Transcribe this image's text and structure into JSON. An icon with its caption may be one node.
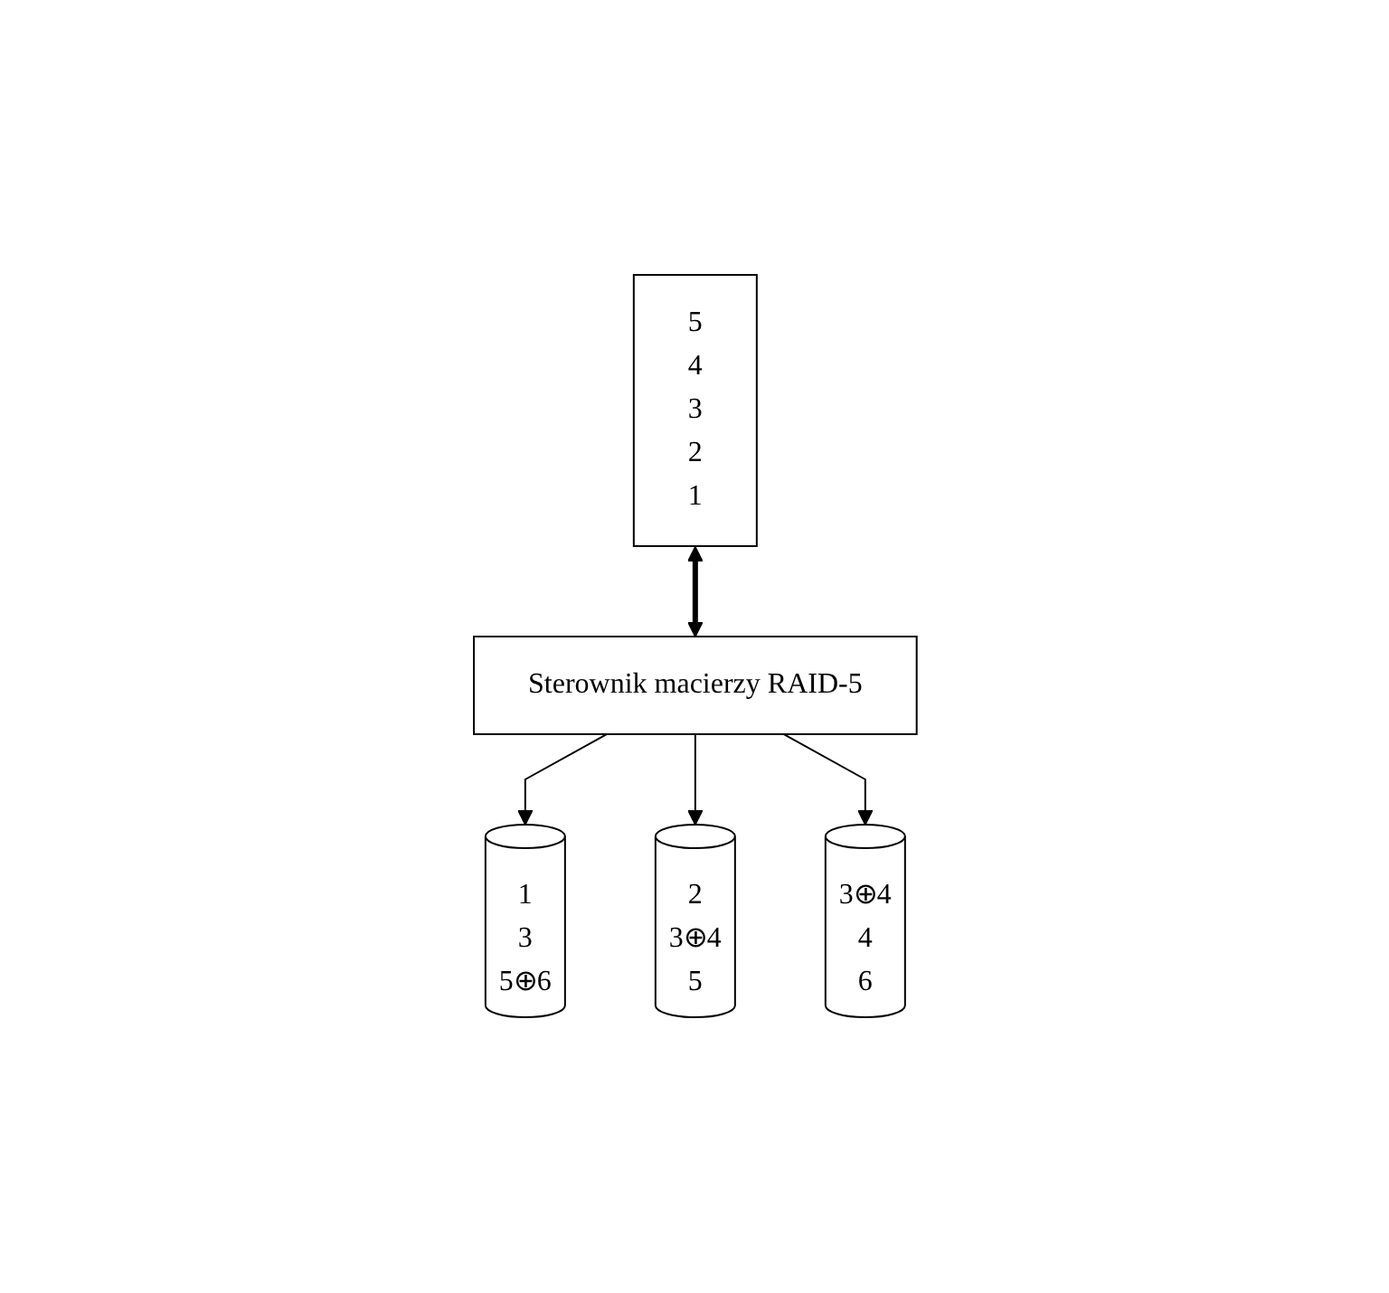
{
  "diagram": {
    "nodes": [
      {
        "text": [
          "5",
          "4",
          "3",
          "2",
          "1"
        ]
      },
      {
        "text": [
          "Sterownik macierzy RAID-5"
        ]
      },
      {
        "text": [
          "1",
          "3",
          "5⊕6"
        ]
      },
      {
        "text": [
          "2",
          "3⊕4",
          "5"
        ]
      },
      {
        "text": [
          "3⊕4",
          "4",
          "6"
        ]
      }
    ],
    "edges": [
      {
        "from": 0,
        "to": 1,
        "arrow": "both",
        "style": "thick"
      },
      {
        "from": 1,
        "to": 2,
        "arrow": "to"
      },
      {
        "from": 1,
        "to": 3,
        "arrow": "to"
      },
      {
        "from": 1,
        "to": 4,
        "arrow": "to"
      }
    ]
  }
}
